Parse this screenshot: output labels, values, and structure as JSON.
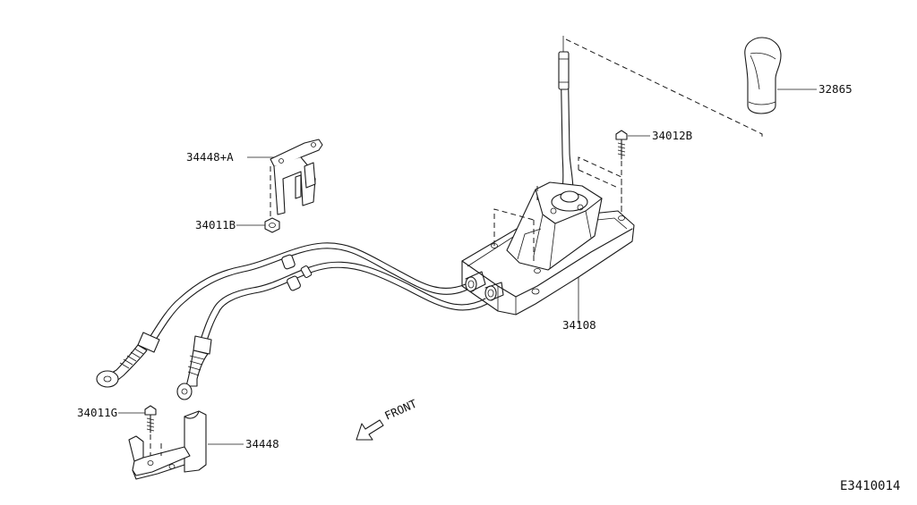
{
  "diagram": {
    "drawing_id": "E3410014",
    "front_label": "FRONT",
    "parts": {
      "knob": "32865",
      "bolt_top": "34012B",
      "bracket_a": "34448+A",
      "nut_a": "34011B",
      "control_device": "34108",
      "bolt_bottom": "34011G",
      "bracket_b": "34448"
    }
  }
}
